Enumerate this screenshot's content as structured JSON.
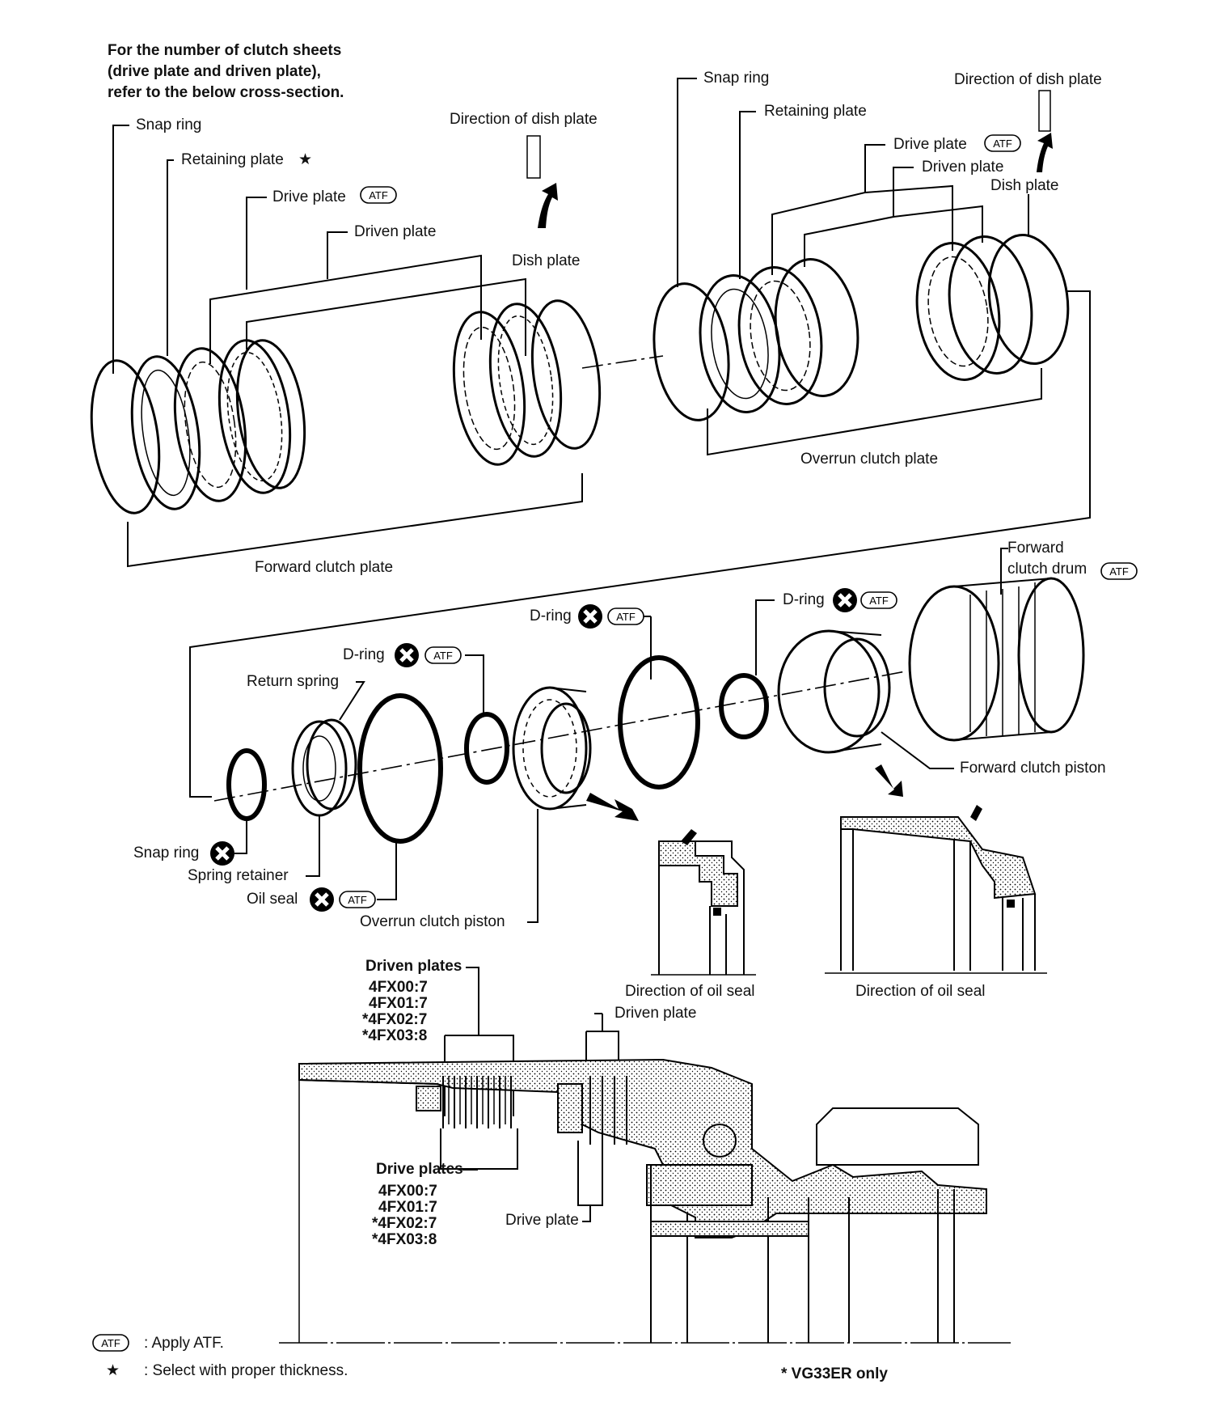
{
  "header_note": {
    "line1": "For the number of clutch sheets",
    "line2": "(drive plate and driven plate),",
    "line3": "refer to the below cross-section."
  },
  "forward_group": {
    "snap_ring": "Snap ring",
    "retaining_plate": "Retaining plate",
    "drive_plate": "Drive plate",
    "driven_plate": "Driven plate",
    "dish_plate": "Dish plate",
    "direction_of_dish_plate": "Direction of dish plate",
    "forward_clutch_plate": "Forward clutch plate"
  },
  "overrun_group": {
    "snap_ring": "Snap ring",
    "retaining_plate": "Retaining plate",
    "drive_plate": "Drive plate",
    "driven_plate": "Driven plate",
    "dish_plate": "Dish plate",
    "direction_of_dish_plate": "Direction of dish plate",
    "overrun_clutch_plate": "Overrun clutch plate"
  },
  "middle": {
    "forward_clutch_drum_1": "Forward",
    "forward_clutch_drum_2": "clutch drum",
    "d_ring_top": "D-ring",
    "d_ring_right": "D-ring",
    "d_ring_left": "D-ring",
    "return_spring": "Return spring",
    "forward_clutch_piston": "Forward clutch piston",
    "snap_ring": "Snap ring",
    "spring_retainer": "Spring retainer",
    "oil_seal": "Oil seal",
    "overrun_clutch_piston": "Overrun clutch piston",
    "direction_of_oil_seal_1": "Direction of oil seal",
    "direction_of_oil_seal_2": "Direction of oil seal"
  },
  "cross_section": {
    "driven_plates_title": "Driven plates",
    "driven_plates_specs": [
      "4FX00:7",
      "4FX01:7",
      "*4FX02:7",
      "*4FX03:8"
    ],
    "drive_plates_title": "Drive plates",
    "drive_plates_specs": [
      "4FX00:7",
      "4FX01:7",
      "*4FX02:7",
      "*4FX03:8"
    ],
    "driven_plate": "Driven plate",
    "drive_plate": "Drive plate"
  },
  "legend": {
    "atf_symbol": "ATF",
    "atf_text": ": Apply ATF.",
    "star_symbol": "★",
    "star_text": ": Select with proper thickness.",
    "vg_note": "* VG33ER only"
  }
}
